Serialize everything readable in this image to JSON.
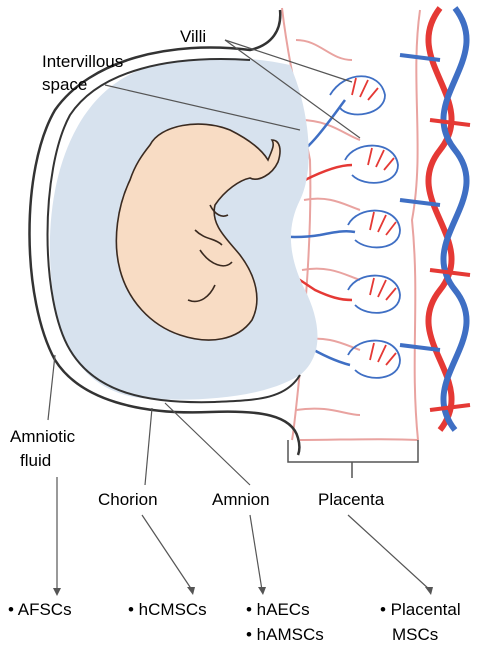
{
  "labels": {
    "villi": "Villi",
    "intervillous_space_line1": "Intervillous",
    "intervillous_space_line2": "space",
    "amniotic_fluid_line1": "Amniotic",
    "amniotic_fluid_line2": "fluid",
    "chorion": "Chorion",
    "amnion": "Amnion",
    "placenta": "Placenta"
  },
  "cell_types": {
    "afscs": "• AFSCs",
    "hcmscs": "• hCMSCs",
    "haecs": "• hAECs",
    "hamscs": "• hAMSCs",
    "placental_line1": "• Placental",
    "placental_line2": "MSCs"
  },
  "colors": {
    "amniotic_fluid": "#d7e2ee",
    "fetus": "#f8dcc4",
    "artery": "#e53935",
    "vein": "#3f6fc4",
    "placenta_outline": "#e9a3a0",
    "membrane": "#333333",
    "pointer": "#555555"
  }
}
